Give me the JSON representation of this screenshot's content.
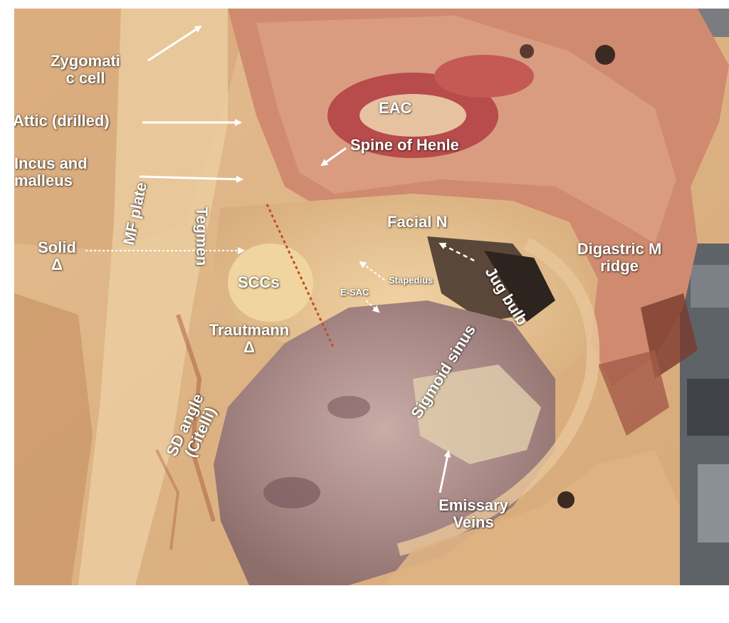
{
  "labels": {
    "zygomatic": [
      "Zygomati",
      "c cell"
    ],
    "attic": "Attic (drilled)",
    "incus": [
      "Incus and",
      "malleus"
    ],
    "mf_plate": "MF plate",
    "tegmen": "Tegmen",
    "solid": "Solid",
    "delta": "Δ",
    "eac": "EAC",
    "spine": "Spine of Henle",
    "facial": "Facial N",
    "digastric": [
      "Digastric M",
      "ridge"
    ],
    "stapedius": "Stapedius",
    "jug": "Jug bulb",
    "esac": "E-SAC",
    "sccs": "SCCs",
    "trautmann": "Trautmann",
    "sigmoid": "Sigmoid sinus",
    "sd_angle": [
      "SD angle",
      "(Citelli)"
    ],
    "emissary": [
      "Emissary",
      "Veins"
    ]
  },
  "colors": {
    "bone": "#dcb287",
    "dura": "#c4a29a",
    "tissue": "#c06a52",
    "metal": "#555a5e",
    "label": "#ffffff",
    "trautmann_line": "#c0501e"
  }
}
